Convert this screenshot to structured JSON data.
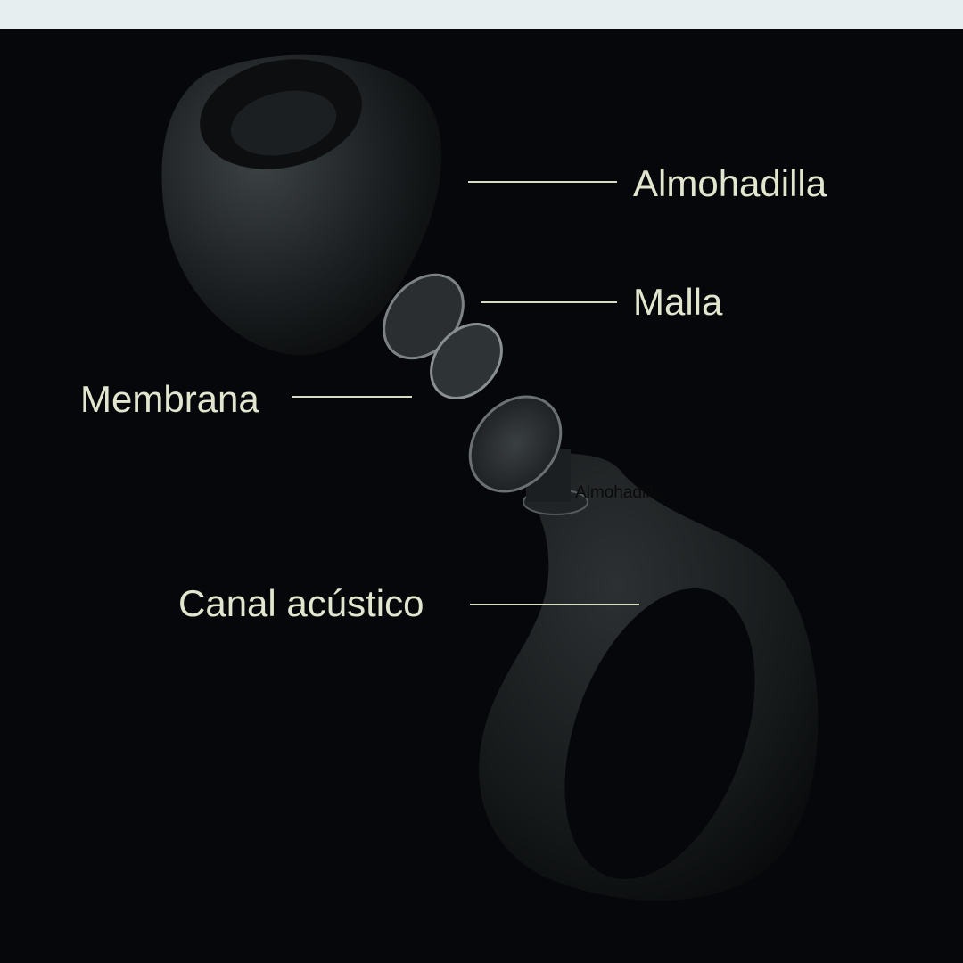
{
  "labels": {
    "almohadilla": "Almohadilla",
    "malla": "Malla",
    "membrana": "Membrana",
    "canal": "Canal acústico"
  },
  "overlay_text": "Almohadilla",
  "colors": {
    "background": "#05070b",
    "label": "#e2e6cf",
    "topbar": "#e6eef0"
  }
}
